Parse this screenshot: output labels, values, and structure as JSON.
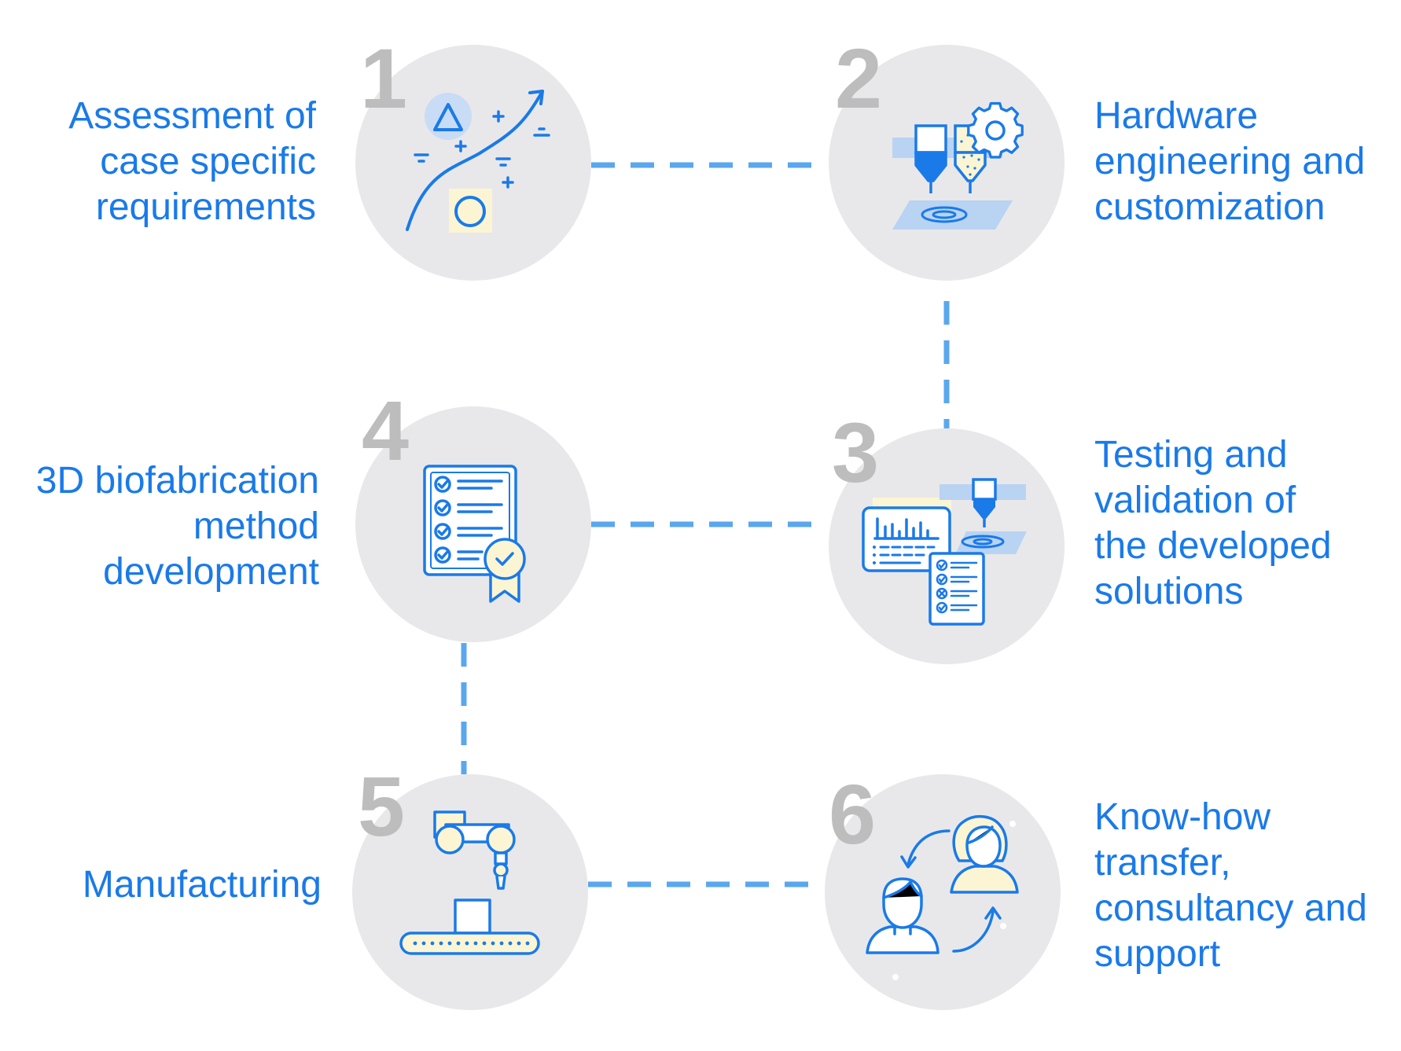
{
  "steps": [
    {
      "number": "1",
      "lines": [
        "Assessment of",
        "case specific",
        "requirements"
      ]
    },
    {
      "number": "2",
      "lines": [
        "Hardware",
        "engineering and",
        "customization"
      ]
    },
    {
      "number": "3",
      "lines": [
        "Testing and",
        "validation of",
        "the developed",
        "solutions"
      ]
    },
    {
      "number": "4",
      "lines": [
        "3D biofabrication",
        "method",
        "development"
      ]
    },
    {
      "number": "5",
      "lines": [
        "Manufacturing"
      ]
    },
    {
      "number": "6",
      "lines": [
        "Know-how",
        "transfer,",
        "consultancy and",
        "support"
      ]
    }
  ],
  "icons": {
    "step1": "strategy-chart-icon",
    "step2": "bioprinter-heads-icon",
    "step3": "test-report-icon",
    "step4": "certified-checklist-icon",
    "step5": "robot-arm-conveyor-icon",
    "step6": "knowledge-exchange-icon"
  },
  "colors": {
    "accent": "#1a7ae8",
    "connector": "#5aa7ee",
    "circle": "#e8e8ea",
    "number": "#bdbdbd",
    "highlight": "#fbf5d3",
    "light_blue": "#b9d3f2"
  }
}
